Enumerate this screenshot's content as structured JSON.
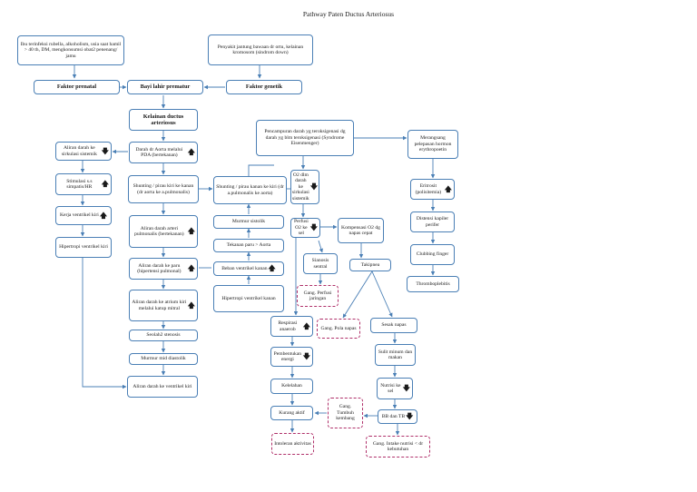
{
  "title": "Pathway Paten Ductus Arteriosus",
  "nodes": {
    "ibu": "Ibu terinfeksi rubella, alkoholism, usia saat hamil > 40 th, DM, mengkonsumsi obat2 penenang/ jamu",
    "penyakit": "Penyakit jantung bawaan dr ortu, kelainan kromosom (sindrom down)",
    "maternal": "Faktor prenatal",
    "bayi": "Bayi lahir prematur",
    "genetik": "Faktor genetik",
    "kelainan": "Kelainan ductus arteriosus",
    "aliran_sirk": "Aliran darah ke sirkulasi sistemik",
    "darah_aorta": "Darah dr Aorta melalui PDA (bertekanan)",
    "stimulasi": "Stimulasi s.s simpatis/HR",
    "kerja": "Kerja ventrikel kiri",
    "hipertropi_kiri": "Hipertropi ventrikel kiri",
    "shunting1": "Shunting / pirau kiri ke kanan (dr aorta ke a.pulmonalis)",
    "aliran_arteri": "Aliran darah arteri pulmonalis (bertekanan)",
    "aliran_paru": "Aliran darah ke paru (hipertensi pulmonal)",
    "aliran_atrium": "Aliran darah ke atrium kiri melalui katup mitral",
    "seolah": "Seolah2 stenosis",
    "murmur_mid": "Murmur mid diastolik",
    "aliran_ventrikel": "Aliran darah ke ventrikel kiri",
    "shunting2": "Shunting / pirau kanan ke kiri (dr a.pulmonalis ke aorta)",
    "murmur_sistolik": "Murmur sistolik",
    "tekanan": "Tekanan paru > Aorta",
    "beban": "Beban ventrikel kanan",
    "hipertropi_kanan": "Hipertropi ventrikel kanan",
    "pencampuran": "Pencampuran darah yg teroksigenasi dg darah yg blm teroksigenasi (Syndrome Eisenmenger)",
    "o2_dlm": "O2 dlm darah ke sirkulasi sistemik",
    "perfusi": "Perfusi O2 ke sel",
    "kompensasi": "Kompensasi O2 dg napas cepat",
    "sianosis": "Sianosis sentral",
    "takipnea": "Takipnea",
    "gang_perfusi": "Gang. Perfusi jaringan",
    "gang_pola": "Gang. Pola napas",
    "menangsang": "Merangsang pelepasan hormon erythropoetin",
    "eritrosit": "Eritrosit (polisitemia)",
    "distensi": "Distensi kapiler perifer",
    "clubbing": "Clubbing finger",
    "thrombo": "Thromboplebitis",
    "respirasi": "Respirasi anaerob",
    "pembentukan": "Pembentukan energi",
    "kelelahan": "Kelelahan",
    "kurang": "Kurang aktif",
    "intoleran": "Intoleran aktivitas",
    "gang_tumbuh": "Gang. Tumbuh kembang",
    "sesak": "Sesak napas",
    "sulit": "Sulit minum dan makan",
    "nutrisi": "Nutrisi ke sel",
    "bb_tb": "BB dan TB",
    "gang_intake": "Gang. Intake nutrisi < dr kebutuhan"
  },
  "colors": {
    "border": "#4a7fb5",
    "diagnosis_border": "#b0306a",
    "line": "#4a7fb5"
  },
  "arrow_up": "🡅",
  "arrow_down": "🡇"
}
